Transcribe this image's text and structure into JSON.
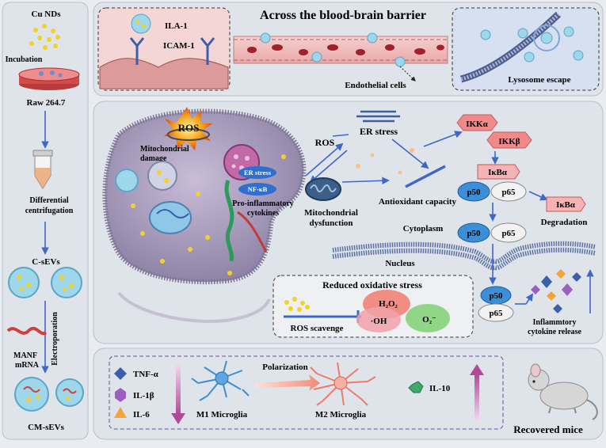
{
  "left_column": {
    "cu_nds": "Cu NDs",
    "incubation": "Incubation",
    "raw": "Raw 264.7",
    "diff1": "Differential",
    "diff2": "centrifugation",
    "c_sevs": "C-sEVs",
    "manf1": "MANF",
    "manf2": "mRNA",
    "electroporation": "Electroporation",
    "cm_sevs": "CM-sEVs"
  },
  "top_panel": {
    "title": "Across the blood-brain barrier",
    "ila1": "ILA-1",
    "icam1": "ICAM-1",
    "endothelial": "Endothelial cells",
    "lysosome": "Lysosome escape"
  },
  "cell": {
    "ros": "ROS",
    "mito_damage1": "Mitochondrial",
    "mito_damage2": "damage",
    "er_stress": "ER stress",
    "nfkb": "NF-κB",
    "pro1": "Pro-inflammatory",
    "pro2": "cytokines"
  },
  "pathway": {
    "ros": "ROS",
    "er_stress": "ER stress",
    "mito_dys1": "Mitochondrial",
    "mito_dys2": "dysfunction",
    "antioxidant": "Antioxidant capacity",
    "ikka": "IKKα",
    "ikkb": "IKKβ",
    "ikba": "IκBα",
    "p50": "p50",
    "p65": "p65",
    "ikba_free": "IκBα",
    "degradation": "Degradation",
    "cytoplasm": "Cytoplasm",
    "nucleus": "Nucleus",
    "inflam1": "Inflammtory",
    "inflam2": "cytokine release"
  },
  "oxidative": {
    "title": "Reduced oxidative stress",
    "scavenge": "ROS scavenge",
    "h2o2": "H₂O₂",
    "oh": "·OH",
    "o2": "O₂⁻"
  },
  "bottom": {
    "tnf": "TNF-α",
    "il1b": "IL-1β",
    "il6": "IL-6",
    "m1": "M1 Microglia",
    "polarization": "Polarization",
    "m2": "M2 Microglia",
    "il10": "IL-10",
    "recovered": "Recovered mice"
  },
  "colors": {
    "p50": "#3c8fd6",
    "p65": "#2f6fd0",
    "ikk": "#f08a8a",
    "ikba": "#f6b3b3",
    "arrow": "#3f67c7"
  }
}
